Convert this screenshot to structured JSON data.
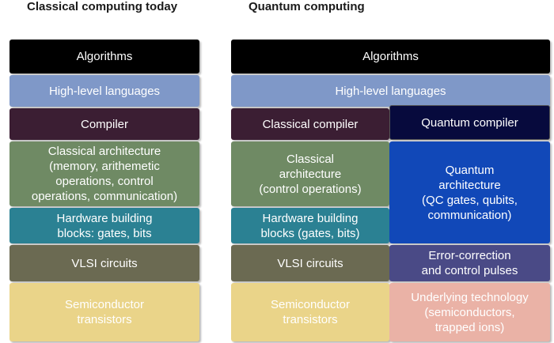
{
  "headings": {
    "classical": "Classical computing today",
    "quantum": "Quantum computing"
  },
  "classical_stack": [
    {
      "id": "algorithms",
      "label": "Algorithms",
      "color": "#000000"
    },
    {
      "id": "high-level-languages",
      "label": "High-level languages",
      "color": "#7f98c8"
    },
    {
      "id": "compiler",
      "label": "Compiler",
      "color": "#3b1e33"
    },
    {
      "id": "architecture",
      "label": "Classical architecture\n(memory, arithemetic\noperations, control\noperations, communication)",
      "color": "#6f8a64"
    },
    {
      "id": "hardware",
      "label": "Hardware building\nblocks: gates, bits",
      "color": "#2b8193"
    },
    {
      "id": "vlsi",
      "label": "VLSI circuits",
      "color": "#6b6a52"
    },
    {
      "id": "semiconductor",
      "label": "Semiconductor\ntransistors",
      "color": "#ead489"
    }
  ],
  "quantum_stack": {
    "algorithms": {
      "label": "Algorithms",
      "color": "#000000"
    },
    "high_level_languages": {
      "label": "High-level languages",
      "color": "#7f98c8"
    },
    "classical_compiler": {
      "label": "Classical compiler",
      "color": "#3b1e33"
    },
    "quantum_compiler": {
      "label": "Quantum compiler",
      "color": "#070a3d"
    },
    "classical_architecture": {
      "label": "Classical\narchitecture\n(control operations)",
      "color": "#6f8a64"
    },
    "quantum_architecture": {
      "label": "Quantum\narchitecture\n(QC gates, qubits,\ncommunication)",
      "color": "#1148b8"
    },
    "hardware": {
      "label": "Hardware building\nblocks (gates, bits)",
      "color": "#2b8193"
    },
    "vlsi": {
      "label": "VLSI circuits",
      "color": "#6b6a52"
    },
    "error_correction": {
      "label": "Error-correction\nand control pulses",
      "color": "#4a4a86"
    },
    "semiconductor": {
      "label": "Semiconductor\ntransistors",
      "color": "#ead489"
    },
    "underlying_technology": {
      "label": "Underlying technology\n(semiconductors,\ntrapped ions)",
      "color": "#eab2a6"
    }
  }
}
